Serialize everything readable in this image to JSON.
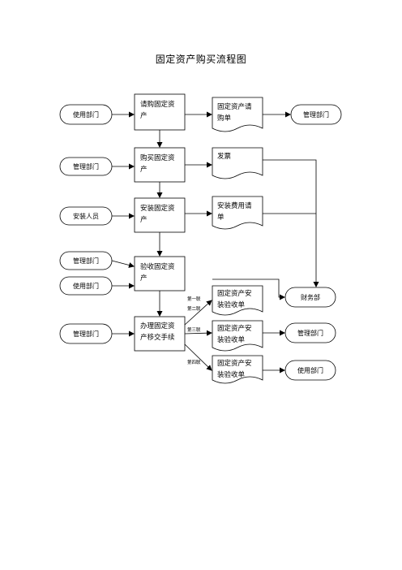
{
  "title": "固定资产购买流程图",
  "departments": {
    "use1": "使用部门",
    "mgmt1": "管理部门",
    "mgmt2": "管理部门",
    "install": "安装人员",
    "mgmt3": "管理部门",
    "use2": "使用部门",
    "mgmt4": "管理部门",
    "finance": "财务部",
    "mgmt5": "管理部门",
    "use3": "使用部门"
  },
  "steps": {
    "s1": [
      "请购固定资",
      "产"
    ],
    "s2": [
      "购买固定资",
      "产"
    ],
    "s3": [
      "安装固定资",
      "产"
    ],
    "s4": [
      "验收固定资",
      "产"
    ],
    "s5": [
      "办理固定资",
      "产移交手续"
    ]
  },
  "documents": {
    "d1": [
      "固定资产请",
      "购单"
    ],
    "d2": [
      "发票"
    ],
    "d3": [
      "安装费用请",
      "单"
    ],
    "d4": [
      "固定资产安",
      "装验收单"
    ],
    "d5": [
      "固定资产安",
      "装验收单"
    ],
    "d6": [
      "固定资产安",
      "装验收单"
    ]
  },
  "copies": {
    "c1": "第一联",
    "c2": "第二联",
    "c3": "第三联",
    "c4": "第四联"
  }
}
